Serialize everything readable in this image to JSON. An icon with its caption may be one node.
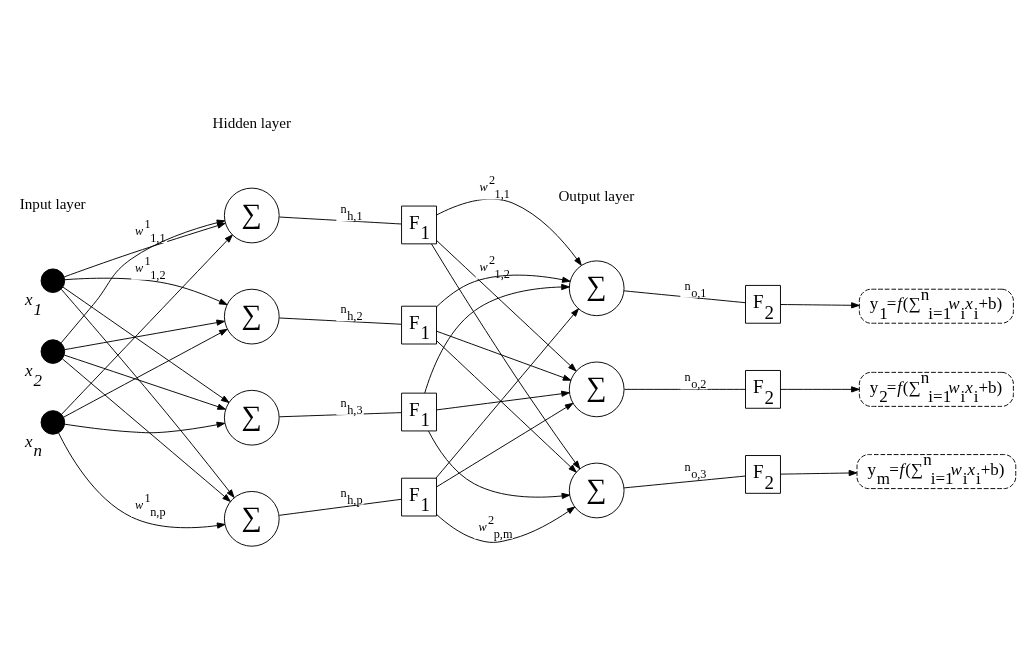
{
  "diagram": {
    "nodes": [
      {
        "text": [],
        "shape": "circle",
        "beside": [
          "x$_{1}$"
        ]
      },
      {
        "text": [],
        "shape": "circle",
        "beside": [
          "x$_{2}$"
        ]
      },
      {
        "text": [],
        "shape": "circle",
        "beside": [
          "x$_{n}$"
        ]
      },
      {
        "text": [
          "∑"
        ]
      },
      {
        "text": [
          "∑"
        ]
      },
      {
        "text": [
          "∑"
        ]
      },
      {
        "text": [
          "∑"
        ]
      },
      {
        "text": [
          "F$_{1}$"
        ]
      },
      {
        "text": [
          "F$_{1}$"
        ]
      },
      {
        "text": [
          "F$_{1}$"
        ]
      },
      {
        "text": [
          "F$_{1}$"
        ]
      },
      {
        "text": [
          "∑"
        ]
      },
      {
        "text": [
          "∑"
        ]
      },
      {
        "text": [
          "∑"
        ]
      },
      {
        "text": [
          "F$_{2}$"
        ]
      },
      {
        "text": [
          "F$_{2}$"
        ]
      },
      {
        "text": [
          "F$_{2}$"
        ]
      },
      {
        "text": [
          "y$_{1}$=*f*(∑$^{n}$$_{i=1}$*w*$_{i}$*x*$_{i}$+b)"
        ]
      },
      {
        "text": [
          "y$_{2}$=*f*(∑$^{n}$$_{i=1}$*w*$_{i}$*x*$_{i}$+b)"
        ]
      },
      {
        "text": [
          "y$_{m}$=*f*(∑$^{n}$$_{i=1}$*w*$_{i}$*x*$_{i}$+b)"
        ]
      }
    ],
    "edges": [
      {
        "from": 0,
        "to": 3,
        "arrow": "to",
        "label": "*w*$^{1}$$_{1,1}$"
      },
      {
        "from": 0,
        "to": 4,
        "arrow": "to",
        "label": "*w*$^{1}$$_{1,2}$"
      },
      {
        "from": 0,
        "to": 5,
        "arrow": "to"
      },
      {
        "from": 0,
        "to": 6,
        "arrow": "to"
      },
      {
        "from": 1,
        "to": 3,
        "arrow": "to"
      },
      {
        "from": 1,
        "to": 4,
        "arrow": "to"
      },
      {
        "from": 1,
        "to": 5,
        "arrow": "to"
      },
      {
        "from": 1,
        "to": 6,
        "arrow": "to"
      },
      {
        "from": 2,
        "to": 3,
        "arrow": "to"
      },
      {
        "from": 2,
        "to": 4,
        "arrow": "to"
      },
      {
        "from": 2,
        "to": 5,
        "arrow": "to"
      },
      {
        "from": 2,
        "to": 6,
        "arrow": "to",
        "label": "*w*$^{1}$$_{n,p}$"
      },
      {
        "from": 3,
        "to": 7,
        "arrow": "none",
        "label": "n$_{h,1}$"
      },
      {
        "from": 4,
        "to": 8,
        "arrow": "none",
        "label": "n$_{h,2}$"
      },
      {
        "from": 5,
        "to": 9,
        "arrow": "none",
        "label": "n$_{h,3}$"
      },
      {
        "from": 6,
        "to": 10,
        "arrow": "none",
        "label": "n$_{h,p}$"
      },
      {
        "from": 7,
        "to": 11,
        "arrow": "to",
        "label": "*w*$^{2}$$_{1,1}$"
      },
      {
        "from": 7,
        "to": 12,
        "arrow": "to",
        "label": "*w*$^{2}$$_{1,2}$"
      },
      {
        "from": 7,
        "to": 13,
        "arrow": "to"
      },
      {
        "from": 8,
        "to": 11,
        "arrow": "to"
      },
      {
        "from": 8,
        "to": 12,
        "arrow": "to"
      },
      {
        "from": 8,
        "to": 13,
        "arrow": "to"
      },
      {
        "from": 9,
        "to": 11,
        "arrow": "to"
      },
      {
        "from": 9,
        "to": 12,
        "arrow": "to"
      },
      {
        "from": 9,
        "to": 13,
        "arrow": "to"
      },
      {
        "from": 10,
        "to": 11,
        "arrow": "to"
      },
      {
        "from": 10,
        "to": 12,
        "arrow": "to"
      },
      {
        "from": 10,
        "to": 13,
        "arrow": "to",
        "label": "*w*$^{2}$$_{p,m}$"
      },
      {
        "from": 11,
        "to": 14,
        "arrow": "none",
        "label": "n$_{o,1}$"
      },
      {
        "from": 12,
        "to": 15,
        "arrow": "none",
        "label": "n$_{o,2}$"
      },
      {
        "from": 13,
        "to": 16,
        "arrow": "none",
        "label": "n$_{o,3}$"
      },
      {
        "from": 14,
        "to": 17,
        "arrow": "to"
      },
      {
        "from": 15,
        "to": 18,
        "arrow": "to"
      },
      {
        "from": 16,
        "to": 19,
        "arrow": "to"
      }
    ],
    "labels": [
      "Input layer",
      "Hidden layer",
      "Output layer"
    ]
  }
}
